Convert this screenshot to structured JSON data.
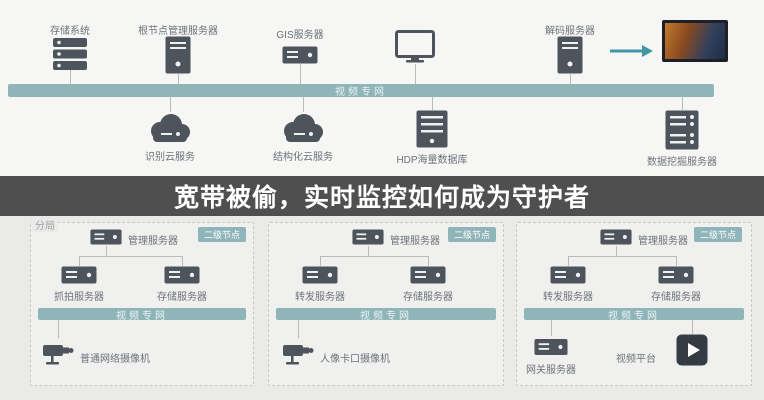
{
  "banner": {
    "title": "宽带被偷，实时监控如何成为守护者"
  },
  "top": {
    "nodes": {
      "storage": "存储系统",
      "node_mgmt": "根节点管理服务器",
      "gis": "GIS服务器",
      "decode": "解码服务器"
    },
    "network_bar": "视频专网",
    "cloud": {
      "recognition": "识别云服务",
      "structuring": "结构化云服务",
      "hdp": "HDP海量数据库",
      "mining": "数据挖掘服务器"
    }
  },
  "section_label": "分局",
  "groups": [
    {
      "badge": "二级节点",
      "manager": "管理服务器",
      "server1": "抓拍服务器",
      "server2": "存储服务器",
      "bar": "视频专网",
      "device1": "普通网络摄像机"
    },
    {
      "badge": "二级节点",
      "manager": "管理服务器",
      "server1": "转发服务器",
      "server2": "存储服务器",
      "bar": "视频专网",
      "device1": "人像卡口摄像机"
    },
    {
      "badge": "二级节点",
      "manager": "管理服务器",
      "server1": "转发服务器",
      "server2": "存储服务器",
      "bar": "视频专网",
      "device1": "网关服务器",
      "device2": "视频平台"
    }
  ],
  "colors": {
    "teal_bar": "#8fb5b9",
    "icon_dark": "#4d545c",
    "banner_bg": "rgba(22,22,22,0.74)",
    "arrow_accent": "#3f96a5"
  }
}
